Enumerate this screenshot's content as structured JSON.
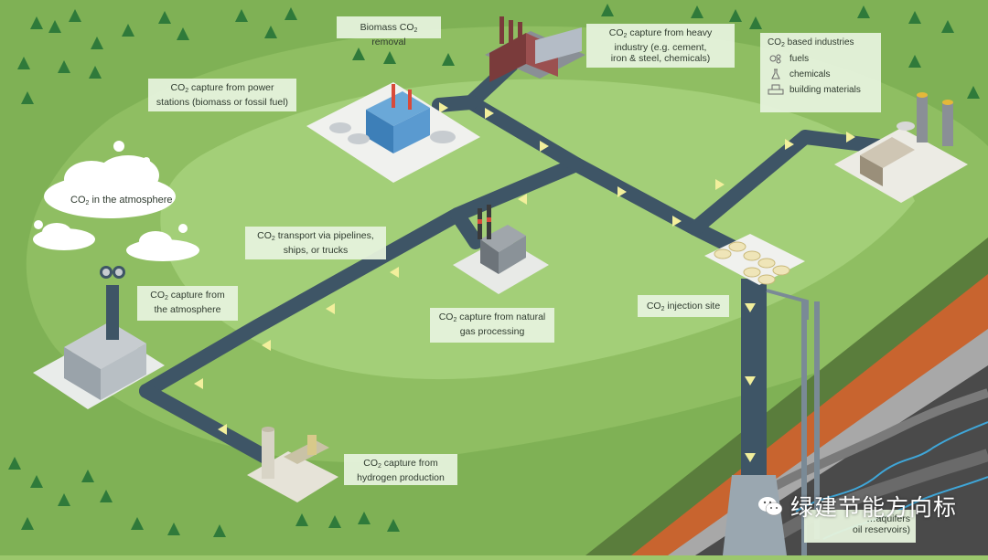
{
  "labels": {
    "atmosphere_cloud": {
      "pre": "CO",
      "sub": "2",
      "post": " in the atmosphere"
    },
    "biomass_removal": {
      "pre": "Biomass CO",
      "sub": "2",
      "post": " removal"
    },
    "power_stations": {
      "line1_pre": "CO",
      "sub": "2",
      "line1_post": " capture from power",
      "line2": "stations (biomass or fossil fuel)"
    },
    "heavy_industry": {
      "line1_pre": "CO",
      "sub": "2",
      "line1_post": " capture from heavy",
      "line2": "industry (e.g. cement,",
      "line3": "iron & steel, chemicals)"
    },
    "transport": {
      "line1_pre": "CO",
      "sub": "2",
      "line1_post": " transport via pipelines,",
      "line2": "ships, or trucks"
    },
    "from_atmosphere": {
      "line1_pre": "CO",
      "sub": "2",
      "line1_post": " capture from",
      "line2": "the atmosphere"
    },
    "natural_gas": {
      "line1_pre": "CO",
      "sub": "2",
      "line1_post": " capture from natural",
      "line2": "gas processing"
    },
    "injection_site": {
      "pre": "CO",
      "sub": "2",
      "post": " injection site"
    },
    "hydrogen": {
      "line1_pre": "CO",
      "sub": "2",
      "line1_post": " capture from",
      "line2": "hydrogen production"
    },
    "storage": {
      "line1": "…aquifers",
      "line2": "oil reservoirs)"
    }
  },
  "legend": {
    "title_pre": "CO",
    "title_sub": "2",
    "title_post": " based industries",
    "items": [
      {
        "label": "fuels",
        "icon": "molecule-icon"
      },
      {
        "label": "chemicals",
        "icon": "flask-icon"
      },
      {
        "label": "building materials",
        "icon": "bricks-icon"
      }
    ]
  },
  "watermark": {
    "text": "绿建节能方向标",
    "icon": "wechat-icon"
  },
  "colors": {
    "grass_dark": "#6f9f45",
    "grass_mid": "#8dbb5e",
    "grass_light": "#a9d27c",
    "pipeline": "#3e5566",
    "arrow": "#f2ef9c",
    "soil": "#c8642f",
    "rock": "#4a4a4a",
    "water": "#3fa6d8",
    "well": "#3e5566"
  }
}
